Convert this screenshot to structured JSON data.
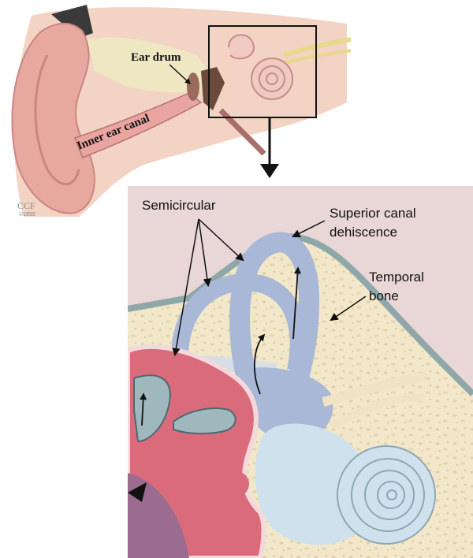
{
  "labels": {
    "ear_drum": "Ear drum",
    "inner_ear_canal": "Inner ear canal",
    "semicircular": "Semicircular",
    "superior_canal_dehiscence_line1": "Superior canal",
    "superior_canal_dehiscence_line2": "dehiscence",
    "temporal_bone_line1": "Temporal",
    "temporal_bone_line2": "bone"
  },
  "credit": {
    "logo_text": "CCF",
    "year": "©1999"
  }
}
